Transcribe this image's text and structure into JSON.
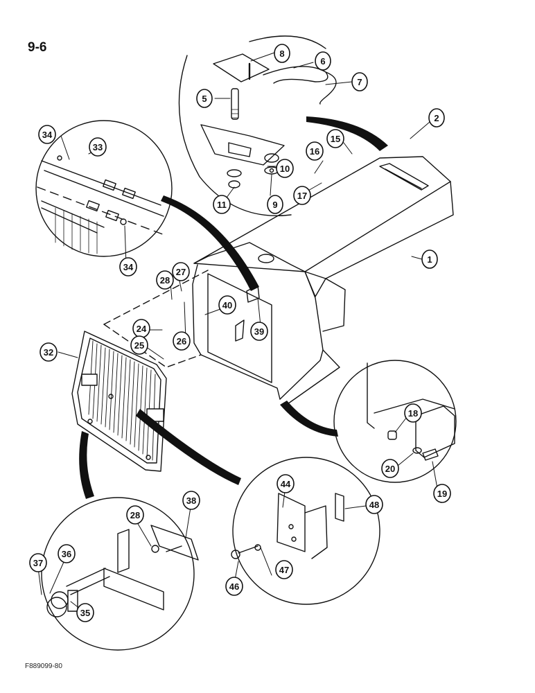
{
  "page_label": "9-6",
  "figure_code": "F889099-80",
  "callouts": [
    "1",
    "2",
    "5",
    "6",
    "7",
    "8",
    "9",
    "10",
    "11",
    "15",
    "16",
    "17",
    "18",
    "19",
    "20",
    "24",
    "25",
    "26",
    "27",
    "28",
    "32",
    "33",
    "34",
    "35",
    "36",
    "37",
    "38",
    "39",
    "40",
    "44",
    "46",
    "47",
    "48"
  ]
}
